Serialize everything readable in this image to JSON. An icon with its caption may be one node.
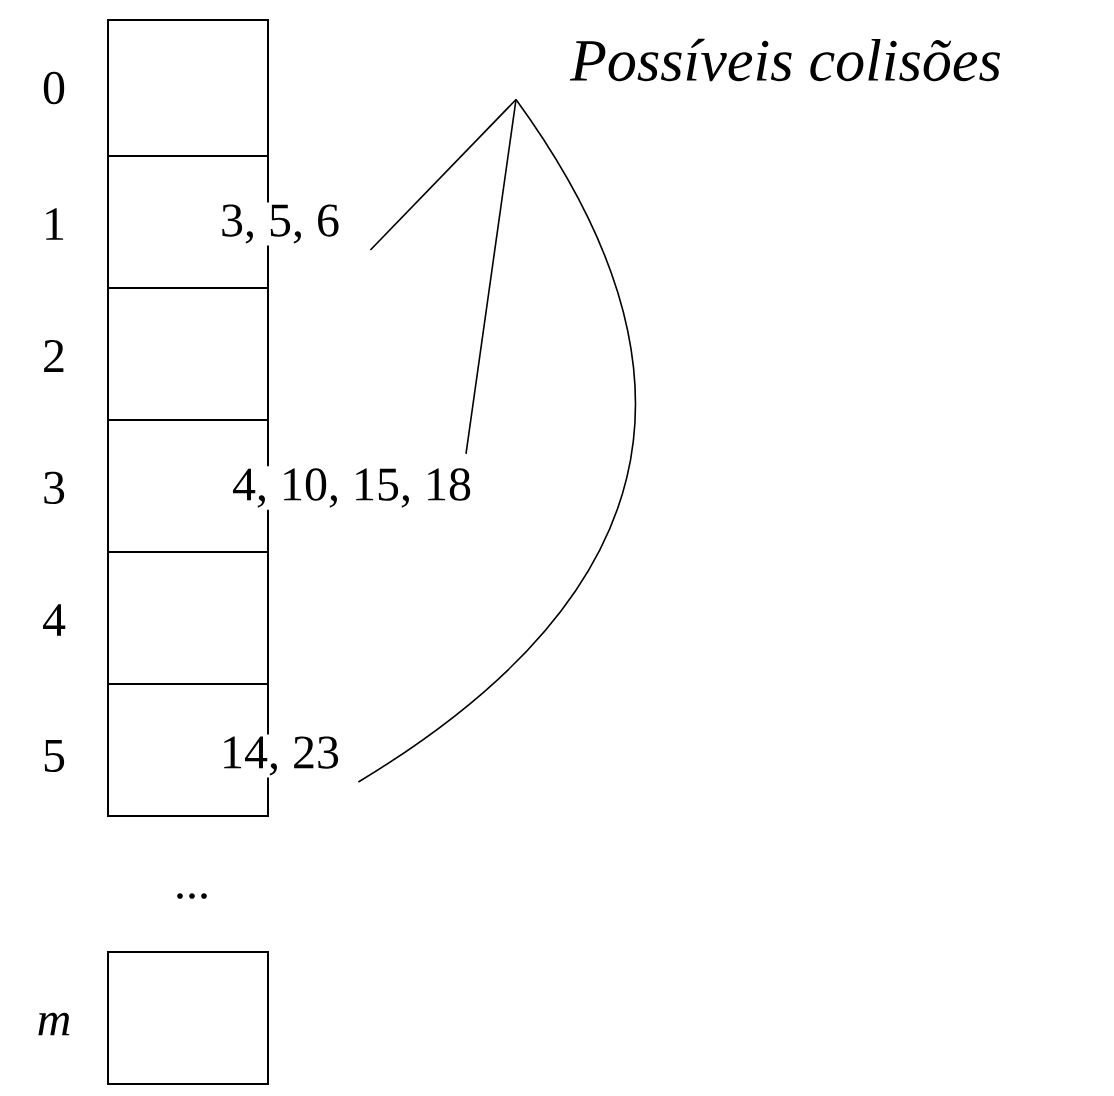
{
  "diagram": {
    "title": "Possíveis colisões",
    "nodes": [
      {
        "text": [],
        "shape": "box"
      },
      {
        "text": [],
        "shape": "box"
      },
      {
        "text": [],
        "shape": "box"
      },
      {
        "text": [],
        "shape": "box"
      },
      {
        "text": [],
        "shape": "box"
      },
      {
        "text": [],
        "shape": "box"
      },
      {
        "text": [],
        "shape": "box"
      },
      {
        "text": [
          "3, 5, 6"
        ]
      },
      {
        "text": [
          "4, 10, 15, 18"
        ]
      },
      {
        "text": [
          "14, 23"
        ]
      }
    ],
    "edges": [
      {
        "from": null,
        "to": 7,
        "arrow": "none"
      },
      {
        "from": null,
        "to": 8,
        "arrow": "none"
      },
      {
        "from": null,
        "to": 9,
        "arrow": "none"
      }
    ],
    "labels": [
      "0",
      "1",
      "2",
      "3",
      "4",
      "5",
      "...",
      "m"
    ]
  }
}
